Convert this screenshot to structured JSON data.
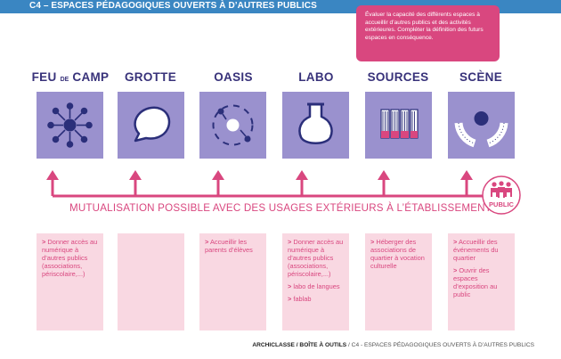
{
  "header": {
    "title": "C4 – ESPACES PÉDAGOGIQUES OUVERTS À D’AUTRES PUBLICS"
  },
  "callout": {
    "text": "Évaluer la capacité des différents espaces à accueillir d’autres publics et des activités extérieures. Compléter la définition des futurs espaces en conséquence."
  },
  "spaces": [
    {
      "name_a": "FEU",
      "name_b": "DE",
      "name_c": "CAMP",
      "icon": "campfire-icon"
    },
    {
      "name": "GROTTE",
      "icon": "cave-icon"
    },
    {
      "name": "OASIS",
      "icon": "oasis-icon"
    },
    {
      "name": "LABO",
      "icon": "flask-icon"
    },
    {
      "name": "SOURCES",
      "icon": "books-icon"
    },
    {
      "name": "SCÈNE",
      "icon": "stage-icon"
    }
  ],
  "mutualisation": "MUTUALISATION POSSIBLE AVEC DES USAGES EXTÉRIEURS À L’ÉTABLISSEMENT",
  "public_badge": "PUBLIC",
  "boxes": [
    [
      "Donner accès au numérique à d’autres publics (associations, périscolaire,...)"
    ],
    [],
    [
      "Accueillir les parents d’élèves"
    ],
    [
      "Donner accès au numérique à d’autres publics (associations, périscolaire,...)",
      "labo de langues",
      "fablab"
    ],
    [
      "Héberger des associations de quartier à vocation culturelle"
    ],
    [
      "Accueillir des événements du quartier",
      "Ouvrir des espaces d’exposition au public"
    ]
  ],
  "footer": {
    "brand": "ARCHICLASSE / BOÎTE À OUTILS",
    "rest": " / C4 - ESPACES PÉDAGOGIQUES OUVERTS À D’AUTRES PUBLICS"
  },
  "colors": {
    "header": "#3a86c2",
    "accent": "#d9477f",
    "tile": "#9a91ce",
    "box": "#f9d8e2",
    "label": "#38327a"
  }
}
